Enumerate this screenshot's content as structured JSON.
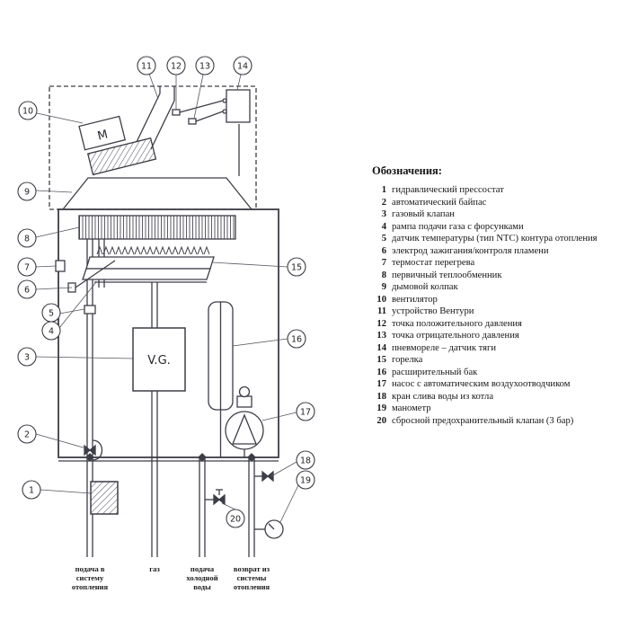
{
  "legend": {
    "title": "Обозначения:",
    "items": [
      {
        "num": "1",
        "text": "гидравлический прессостат"
      },
      {
        "num": "2",
        "text": "автоматический байпас"
      },
      {
        "num": "3",
        "text": "газовый клапан"
      },
      {
        "num": "4",
        "text": "рампа подачи газа с форсунками"
      },
      {
        "num": "5",
        "text": "датчик температуры (тип NTC) контура отопления"
      },
      {
        "num": "6",
        "text": "электрод зажигания/контроля пламени"
      },
      {
        "num": "7",
        "text": "термостат перегрева"
      },
      {
        "num": "8",
        "text": "первичный теплообменник"
      },
      {
        "num": "9",
        "text": "дымовой колпак"
      },
      {
        "num": "10",
        "text": "вентилятор"
      },
      {
        "num": "11",
        "text": "устройство Вентури"
      },
      {
        "num": "12",
        "text": "точка положительного давления"
      },
      {
        "num": "13",
        "text": "точка отрицательного давления"
      },
      {
        "num": "14",
        "text": "пневмореле – датчик тяги"
      },
      {
        "num": "15",
        "text": "горелка"
      },
      {
        "num": "16",
        "text": "расширительный бак"
      },
      {
        "num": "17",
        "text": "насос с автоматическим воздухоотводчиком"
      },
      {
        "num": "18",
        "text": "кран слива воды из котла"
      },
      {
        "num": "19",
        "text": "манометр"
      },
      {
        "num": "20",
        "text": "сбросной предохранительный клапан (3 бар)"
      }
    ]
  },
  "diagram": {
    "motor_label": "M",
    "gas_valve_label": "V.G.",
    "callouts": {
      "c1": "1",
      "c2": "2",
      "c3": "3",
      "c4": "4",
      "c5": "5",
      "c6": "6",
      "c7": "7",
      "c8": "8",
      "c9": "9",
      "c10": "10",
      "c11": "11",
      "c12": "12",
      "c13": "13",
      "c14": "14",
      "c15": "15",
      "c16": "16",
      "c17": "17",
      "c18": "18",
      "c19": "19",
      "c20": "20"
    },
    "bottom_labels": {
      "supply": [
        "подача в",
        "систему",
        "отопления"
      ],
      "gas": [
        "газ"
      ],
      "cold": [
        "подача",
        "холодной",
        "воды"
      ],
      "return_": [
        "возврат из",
        "системы",
        "отопления"
      ]
    },
    "line_color": "#3d3d47"
  }
}
